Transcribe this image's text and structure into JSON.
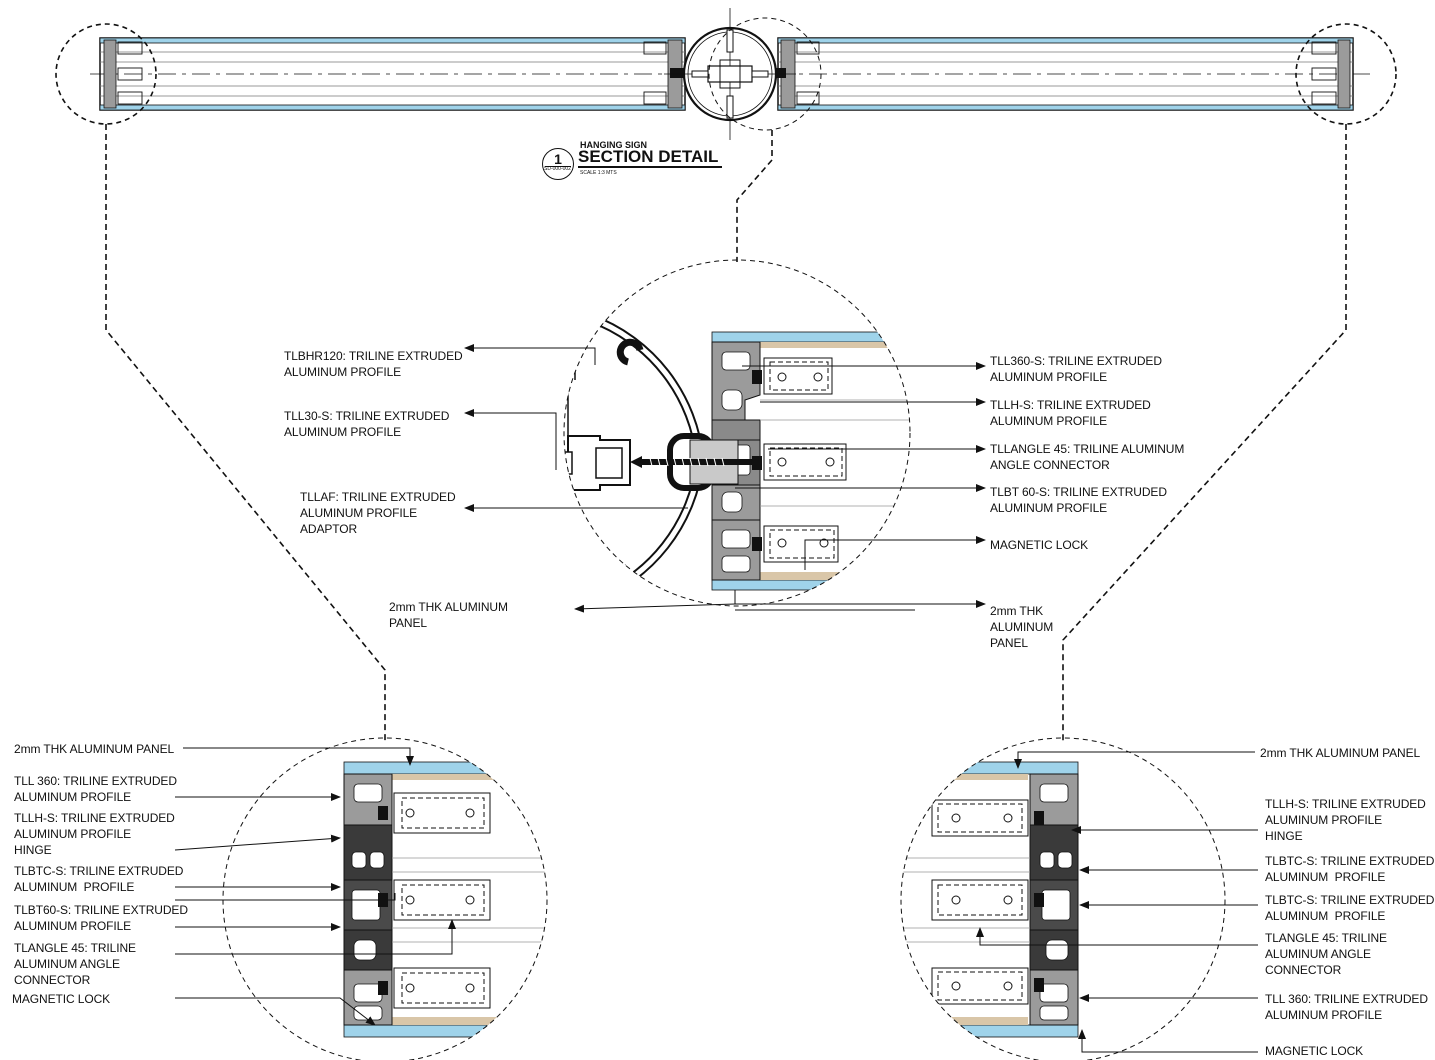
{
  "title_block": {
    "number": "1",
    "sheet_ref": "SD-000-002",
    "subtitle": "HANGING SIGN",
    "title": "SECTION DETAIL",
    "scale": "SCALE   1:3 MTS"
  },
  "center_detail": {
    "left_labels": [
      "TLBHR120: TRILINE EXTRUDED\nALUMINUM PROFILE",
      "TLL30-S: TRILINE EXTRUDED\nALUMINUM PROFILE",
      "TLLAF: TRILINE EXTRUDED\nALUMINUM PROFILE\nADAPTOR",
      "2mm THK ALUMINUM\nPANEL"
    ],
    "right_labels": [
      "TLL360-S: TRILINE EXTRUDED\nALUMINUM PROFILE",
      "TLLH-S: TRILINE EXTRUDED\nALUMINUM PROFILE",
      "TLLANGLE 45: TRILINE ALUMINUM\nANGLE CONNECTOR",
      "TLBT 60-S: TRILINE EXTRUDED\nALUMINUM PROFILE",
      "MAGNETIC LOCK",
      "2mm THK\nALUMINUM\nPANEL"
    ]
  },
  "left_detail": {
    "labels": [
      "2mm THK ALUMINUM PANEL",
      "TLL 360: TRILINE EXTRUDED\nALUMINUM PROFILE",
      "TLLH-S: TRILINE EXTRUDED\nALUMINUM PROFILE\nHINGE",
      "TLBTC-S: TRILINE EXTRUDED\nALUMINUM  PROFILE",
      "TLBT60-S: TRILINE EXTRUDED\nALUMINUM PROFILE",
      "TLANGLE 45: TRILINE\nALUMINUM ANGLE\nCONNECTOR",
      "MAGNETIC LOCK"
    ]
  },
  "right_detail": {
    "labels": [
      "2mm THK ALUMINUM PANEL",
      "TLLH-S: TRILINE EXTRUDED\nALUMINUM PROFILE\nHINGE",
      "TLBTC-S: TRILINE EXTRUDED\nALUMINUM  PROFILE",
      "TLBTC-S: TRILINE EXTRUDED\nALUMINUM  PROFILE",
      "TLANGLE 45: TRILINE\nALUMINUM ANGLE\nCONNECTOR",
      "TLL 360: TRILINE EXTRUDED\nALUMINUM PROFILE",
      "MAGNETIC LOCK"
    ]
  },
  "colors": {
    "panel_blue": "#9fd3ea",
    "panel_tan": "#d9c6a8",
    "profile_gray": "#9b9b9b",
    "hinge_dark": "#3a3a3a",
    "line": "#111111"
  }
}
